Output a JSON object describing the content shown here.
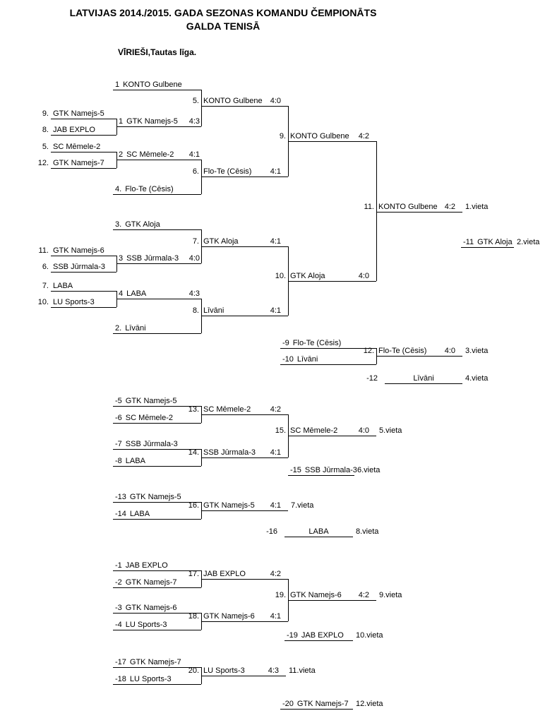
{
  "header": {
    "title_line1": "LATVIJAS 2014./2015. GADA SEZONAS KOMANDU ČEMPIONĀTS",
    "title_line2": "GALDA TENISĀ",
    "subtitle": "VĪRIEŠI,Tautas līga."
  },
  "slots": [
    {
      "num": "1",
      "name": "KONTO Gulbene"
    },
    {
      "num": "9.",
      "name": "GTK Namejs-5"
    },
    {
      "num": "8.",
      "name": "JAB EXPLO"
    },
    {
      "num": "1",
      "name": "GTK Namejs-5",
      "score": "4:3"
    },
    {
      "num": "5.",
      "name": "SC Mēmele-2"
    },
    {
      "num": "12.",
      "name": "GTK Namejs-7"
    },
    {
      "num": "2",
      "name": "SC Mēmele-2",
      "score": "4:1"
    },
    {
      "num": "4.",
      "name": "Flo-Te (Cēsis)"
    },
    {
      "num": "5.",
      "name": "KONTO Gulbene",
      "score": "4:0"
    },
    {
      "num": "6.",
      "name": "Flo-Te (Cēsis)",
      "score": "4:1"
    },
    {
      "num": "9.",
      "name": "KONTO Gulbene",
      "score": "4:2"
    },
    {
      "num": "3.",
      "name": "GTK Aloja"
    },
    {
      "num": "11.",
      "name": "GTK Namejs-6"
    },
    {
      "num": "6.",
      "name": "SSB Jūrmala-3"
    },
    {
      "num": "3",
      "name": "SSB Jūrmala-3",
      "score": "4:0"
    },
    {
      "num": "7.",
      "name": "LABA"
    },
    {
      "num": "10.",
      "name": "LU Sports-3"
    },
    {
      "num": "4",
      "name": "LABA",
      "score": "4:3"
    },
    {
      "num": "2.",
      "name": "Līvāni"
    },
    {
      "num": "7.",
      "name": "GTK Aloja",
      "score": "4:1"
    },
    {
      "num": "8.",
      "name": "Līvāni",
      "score": "4:1"
    },
    {
      "num": "10.",
      "name": "GTK Aloja",
      "score": "4:0"
    },
    {
      "num": "11.",
      "name": "KONTO Gulbene",
      "score": "4:2",
      "place": "1.vieta"
    },
    {
      "num": "-11",
      "name": "GTK Aloja",
      "place": "2.vieta"
    },
    {
      "num": "-9",
      "name": "Flo-Te (Cēsis)"
    },
    {
      "num": "-10",
      "name": "Līvāni"
    },
    {
      "num": "12.",
      "name": "Flo-Te (Cēsis)",
      "score": "4:0",
      "place": "3.vieta"
    },
    {
      "num": "-12",
      "name": "Līvāni",
      "place": "4.vieta"
    },
    {
      "num": "-5",
      "name": "GTK Namejs-5"
    },
    {
      "num": "-6",
      "name": "SC Mēmele-2"
    },
    {
      "num": "13.",
      "name": "SC Mēmele-2",
      "score": "4:2"
    },
    {
      "num": "-7",
      "name": "SSB Jūrmala-3"
    },
    {
      "num": "-8",
      "name": "LABA"
    },
    {
      "num": "14.",
      "name": "SSB Jūrmala-3",
      "score": "4:1"
    },
    {
      "num": "15.",
      "name": "SC Mēmele-2",
      "score": "4:0",
      "place": "5.vieta"
    },
    {
      "num": "-15",
      "name": "SSB Jūrmala-3",
      "place": "6.vieta"
    },
    {
      "num": "-13",
      "name": "GTK Namejs-5"
    },
    {
      "num": "-14",
      "name": "LABA"
    },
    {
      "num": "16.",
      "name": "GTK Namejs-5",
      "score": "4:1",
      "place": "7.vieta"
    },
    {
      "num": "-16",
      "name": "LABA",
      "place": "8.vieta"
    },
    {
      "num": "-1",
      "name": "JAB EXPLO"
    },
    {
      "num": "-2",
      "name": "GTK Namejs-7"
    },
    {
      "num": "17.",
      "name": "JAB EXPLO",
      "score": "4:2"
    },
    {
      "num": "-3",
      "name": "GTK Namejs-6"
    },
    {
      "num": "-4",
      "name": "LU Sports-3"
    },
    {
      "num": "18.",
      "name": "GTK Namejs-6",
      "score": "4:1"
    },
    {
      "num": "19.",
      "name": "GTK Namejs-6",
      "score": "4:2",
      "place": "9.vieta"
    },
    {
      "num": "-19",
      "name": "JAB EXPLO",
      "place": "10.vieta"
    },
    {
      "num": "-17",
      "name": "GTK Namejs-7"
    },
    {
      "num": "-18",
      "name": "LU Sports-3"
    },
    {
      "num": "20.",
      "name": "LU Sports-3",
      "score": "4:3",
      "place": "11.vieta"
    },
    {
      "num": "-20",
      "name": "GTK Namejs-7",
      "place": "12.vieta"
    }
  ]
}
